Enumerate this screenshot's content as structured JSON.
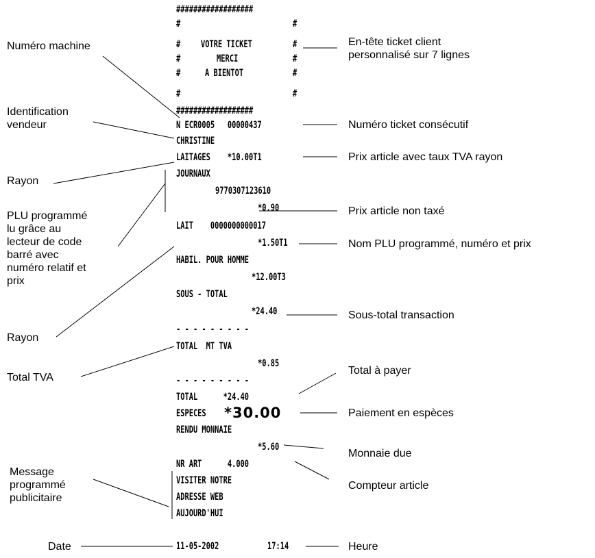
{
  "receipt": {
    "hash_border": "##################",
    "hash_side_left": "#",
    "hash_side_right": "#",
    "header_l1_left": "#",
    "header_l1_text": "VOTRE TICKET",
    "header_l1_right": "#",
    "header_l2_left": "#",
    "header_l2_text": "MERCI",
    "header_l2_right": "#",
    "header_l3_left": "#",
    "header_l3_text": "A BIENTOT",
    "header_l3_right": "#",
    "hash_side2_left": "#",
    "hash_side2_right": "#",
    "hash_border_bottom": "##################",
    "machine_ticket": "N ECR0005   00000437",
    "clerk": "CHRISTINE",
    "dept_line": "LAITAGES    *10.00T1",
    "journaux": "JOURNAUX",
    "barcode": "9770307123610",
    "price_notax": "*0.90",
    "lait_line": "LAIT    0000000000017",
    "lait_price": "*1.50T1",
    "habil": "HABIL. POUR HOMME",
    "habil_price": "*12.00T3",
    "sous_total_label": "SOUS - TOTAL",
    "sous_total_value": "*24.40",
    "dash1": "- - - - - - - - -",
    "total_tva_label": "TOTAL  MT TVA",
    "total_tva_value": "*0.85",
    "dash2": "- - - - - - - - -",
    "total_line": "TOTAL      *24.40",
    "especes_label": "ESPECES",
    "especes_value": "*30.00",
    "rendu": "RENDU MONNAIE",
    "rendu_value": "*5.60",
    "nr_art": "NR ART      4.000",
    "msg1": "VISITER NOTRE",
    "msg2": "ADRESSE WEB",
    "msg3": "AUJOURD'HUI",
    "date": "11-05-2002",
    "time": "17:14"
  },
  "labels": {
    "numero_machine": "Numéro machine",
    "identification_vendeur_1": "Identification",
    "identification_vendeur_2": "vendeur",
    "rayon_1": "Rayon",
    "plu_1": "PLU programmé",
    "plu_2": "lu grâce au",
    "plu_3": "lecteur de code",
    "plu_4": "barré avec",
    "plu_5": "numéro relatif et",
    "plu_6": "prix",
    "rayon_2": "Rayon",
    "total_tva": "Total TVA",
    "message_1": "Message",
    "message_2": "programmé",
    "message_3": "publicitaire",
    "date": "Date",
    "entete_1": "En-tête ticket client",
    "entete_2": "personnalisé sur 7 lignes",
    "numero_ticket": "Numéro ticket consécutif",
    "prix_article_tva": "Prix article avec taux TVA rayon",
    "prix_non_taxe": "Prix article non taxé",
    "nom_plu": "Nom PLU programmé, numéro et prix",
    "sous_total": "Sous-total transaction",
    "total_payer": "Total à payer",
    "paiement_especes": "Paiement en espèces",
    "monnaie_due": "Monnaie due",
    "compteur_article": "Compteur article",
    "heure": "Heure"
  }
}
